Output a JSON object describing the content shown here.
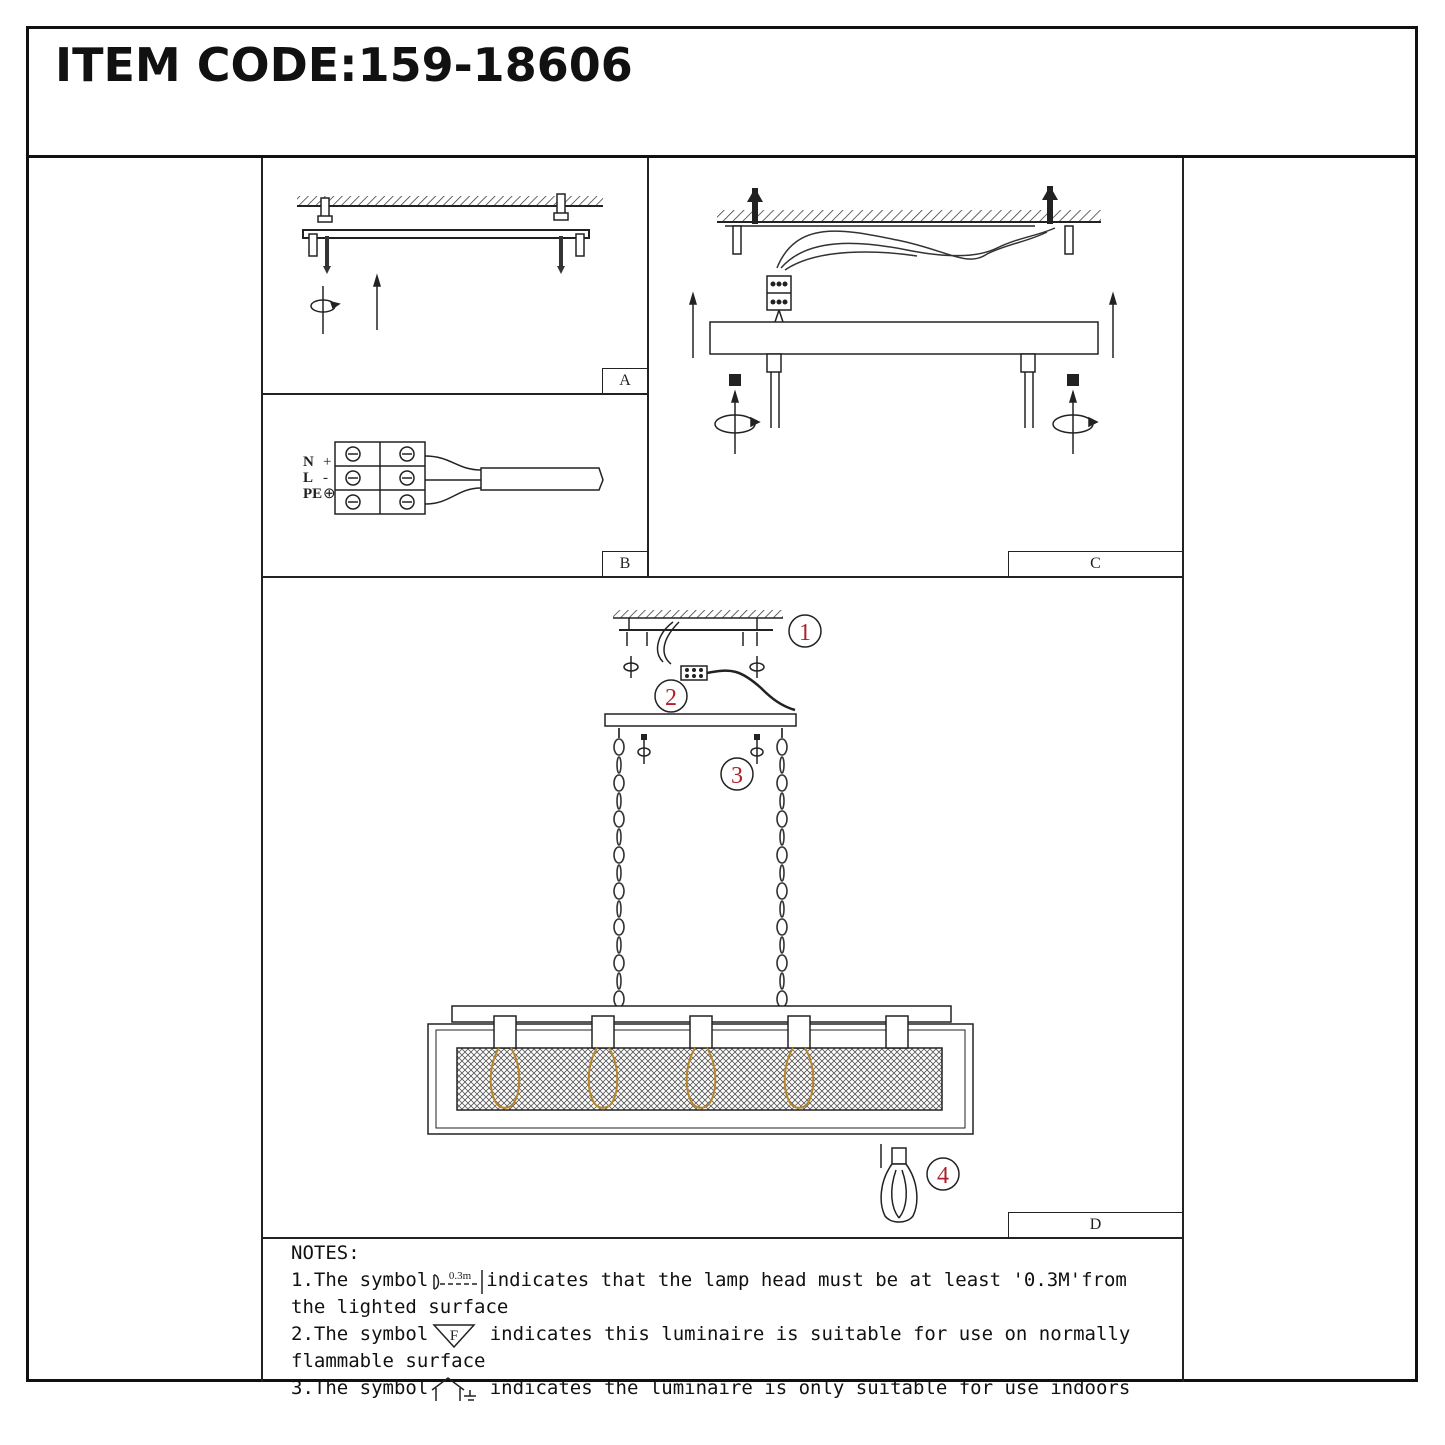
{
  "header": {
    "item_code": "ITEM CODE:159-18606"
  },
  "panels": {
    "a": {
      "label": "A"
    },
    "b": {
      "label": "B",
      "terminal_labels": [
        "N",
        "L",
        "PE"
      ],
      "terminal_symbols": [
        "+",
        "-",
        "⊕"
      ]
    },
    "c": {
      "label": "C"
    },
    "d": {
      "label": "D",
      "steps": [
        "1",
        "2",
        "3",
        "4"
      ]
    }
  },
  "notes": {
    "title": "NOTES:",
    "n1_prefix": "1.The symbol",
    "n1_symbol_text": "0.3m",
    "n1_suffix": "indicates that the lamp head must be at least '0.3M'from",
    "n1_cont": "the lighted surface",
    "n2_prefix": "2.The symbol",
    "n2_symbol_text": "F",
    "n2_suffix": " indicates this luminaire is suitable for use on normally",
    "n2_cont": "flammable surface",
    "n3_prefix": "3.The symbol",
    "n3_suffix": " indicates the luminaire is only suitable for use indoors"
  }
}
